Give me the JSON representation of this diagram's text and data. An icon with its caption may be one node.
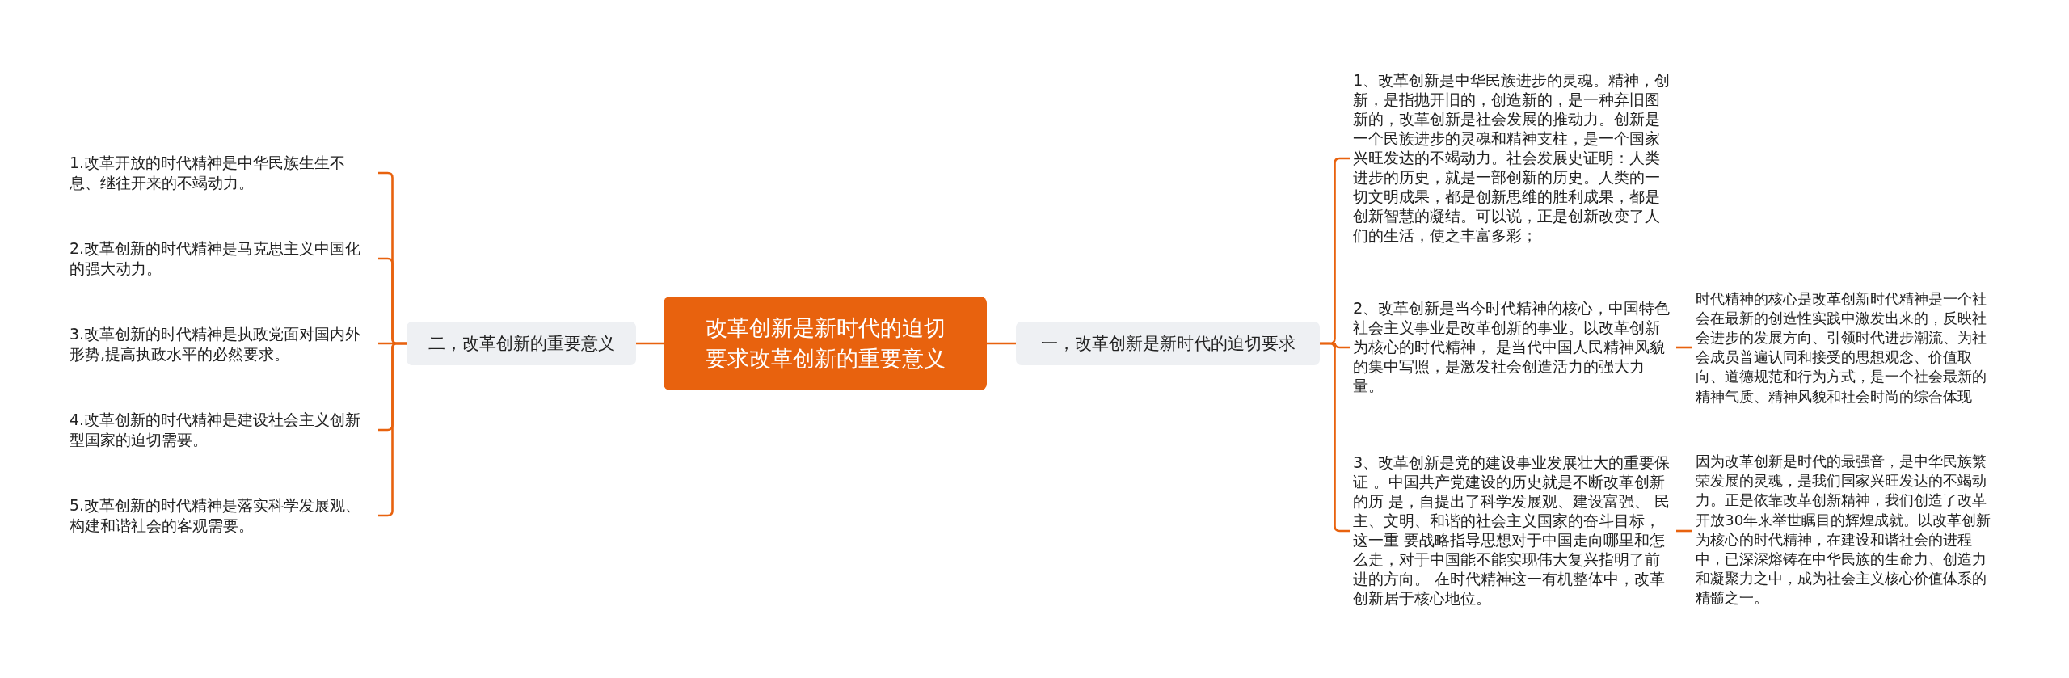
{
  "diagram": {
    "nodes": [
      {
        "text": [
          "改革创新是新时代的迫切要求改革创新的重要意义"
        ]
      },
      {
        "text": [
          "一，改革创新是新时代的迫切要求"
        ]
      },
      {
        "text": [
          "1、改革创新是中华民族进步的灵魂。精神，创新，是指抛开旧的，创造新的，是一种弃旧图新的，改革创新是社会发展的推动力。创新是一个民族进步的灵魂和精神支柱，是一个国家兴旺发达的不竭动力。社会发展史证明：人类进步的历史，就是一部创新的历史。人类的一切文明成果，都是创新思维的胜利成果，都是创新智慧的凝结。可以说，正是创新改变了人们的生活，使之丰富多彩；"
        ]
      },
      {
        "text": [
          "2、改革创新是当今时代精神的核心，中国特色社会主义事业是改革创新的事业。以改革创新为核心的时代精神， 是当代中国人民精神风貌的集中写照，是激发社会创造活力的强大力量。"
        ]
      },
      {
        "text": [
          "3、改革创新是党的建设事业发展壮大的重要保证 。中国共产党建设的历史就是不断改革创新的历 是，自提出了科学发展观、建设富强、 民主、文明、和谐的社会主义国家的奋斗目标，这一重 要战略指导思想对于中国走向哪里和怎么走，对于中国能不能实现伟大复兴指明了前进的方向。 在时代精神这一有机整体中，改革创新居于核心地位。"
        ]
      },
      {
        "text": [
          "时代精神的核心是改革创新时代精神是一个社会在最新的创造性实践中激发出来的，反映社会进步的发展方向、引领时代进步潮流、为社会成员普遍认同和接受的思想观念、价值取向、道德规范和行为方式，是一个社会最新的精神气质、精神风貌和社会时尚的综合体现"
        ]
      },
      {
        "text": [
          "因为改革创新是时代的最强音，是中华民族繁荣发展的灵魂，是我们国家兴旺发达的不竭动力。正是依靠改革创新精神，我们创造了改革开放30年来举世瞩目的辉煌成就。以改革创新为核心的时代精神，在建设和谐社会的进程中，已深深熔铸在中华民族的生命力、创造力和凝聚力之中，成为社会主义核心价值体系的精髓之一。"
        ]
      },
      {
        "text": [
          "二，改革创新的重要意义"
        ]
      },
      {
        "text": [
          "1.改革开放的时代精神是中华民族生生不息、继往开来的不竭动力。"
        ]
      },
      {
        "text": [
          "2.改革创新的时代精神是马克思主义中国化的强大动力。"
        ]
      },
      {
        "text": [
          "3.改革创新的时代精神是执政党面对国内外形势,提高执政水平的必然要求。"
        ]
      },
      {
        "text": [
          "4.改革创新的时代精神是建设社会主义创新型国家的迫切需要。"
        ]
      },
      {
        "text": [
          "5.改革创新的时代精神是落实科学发展观、构建和谐社会的客观需要。"
        ]
      }
    ],
    "edges": [
      {
        "from": 0,
        "to": 1,
        "arrow": "none"
      },
      {
        "from": 1,
        "to": 2,
        "arrow": "none"
      },
      {
        "from": 1,
        "to": 3,
        "arrow": "none"
      },
      {
        "from": 1,
        "to": 4,
        "arrow": "none"
      },
      {
        "from": 3,
        "to": 5,
        "arrow": "none"
      },
      {
        "from": 4,
        "to": 6,
        "arrow": "none"
      },
      {
        "from": 0,
        "to": 7,
        "arrow": "none"
      },
      {
        "from": 7,
        "to": 8,
        "arrow": "none"
      },
      {
        "from": 7,
        "to": 9,
        "arrow": "none"
      },
      {
        "from": 7,
        "to": 10,
        "arrow": "none"
      },
      {
        "from": 7,
        "to": 11,
        "arrow": "none"
      },
      {
        "from": 7,
        "to": 12,
        "arrow": "none"
      }
    ]
  }
}
